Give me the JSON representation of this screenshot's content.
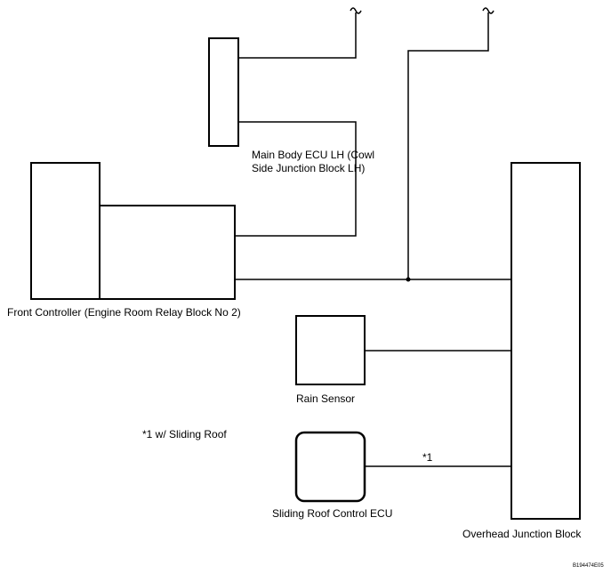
{
  "components": {
    "main_body_ecu": {
      "line1": "Main Body ECU LH (Cowl",
      "line2": "Side Junction Block LH)"
    },
    "front_controller": {
      "label": "Front Controller (Engine Room Relay Block No  2)"
    },
    "rain_sensor": {
      "label": "Rain Sensor"
    },
    "sliding_roof_ecu": {
      "label": "Sliding Roof Control ECU"
    },
    "overhead_jb": {
      "label": "Overhead Junction Block"
    }
  },
  "notes": {
    "footnote": "*1  w/ Sliding Roof",
    "wire_marker": "*1"
  },
  "figure_id": "B194474E05",
  "colors": {
    "line": "#000000",
    "background": "#ffffff"
  }
}
